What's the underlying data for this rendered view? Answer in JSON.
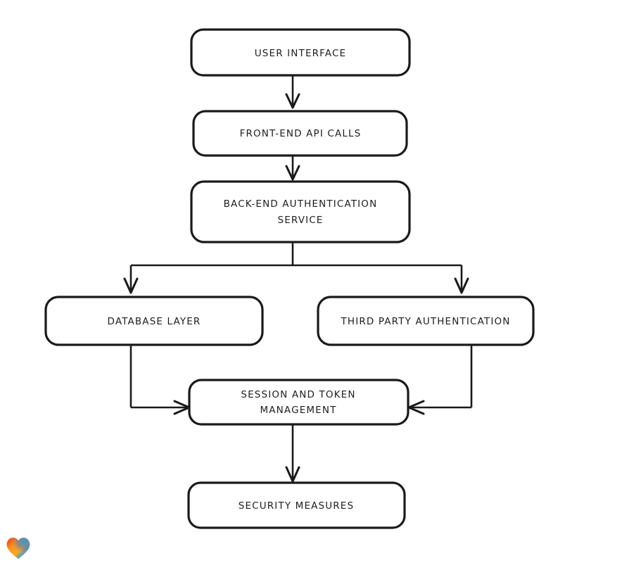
{
  "diagram": {
    "type": "flowchart",
    "orientation": "top-down",
    "background_color": "#ffffff",
    "stroke_color": "#1a1a1a",
    "text_color": "#1d1d1d",
    "style": "hand-drawn sketch",
    "nodes": [
      {
        "id": "user-interface",
        "label": "USER INTERFACE",
        "lines": [
          "USER INTERFACE"
        ]
      },
      {
        "id": "front-end-api-calls",
        "label": "FRONT-END API CALLS",
        "lines": [
          "FRONT-END API CALLS"
        ]
      },
      {
        "id": "back-end-authentication-service",
        "label": "BACK-END AUTHENTICATION SERVICE",
        "lines": [
          "BACK-END AUTHENTICATION",
          "SERVICE"
        ]
      },
      {
        "id": "database-layer",
        "label": "DATABASE LAYER",
        "lines": [
          "DATABASE LAYER"
        ]
      },
      {
        "id": "third-party-authentication",
        "label": "THIRD PARTY AUTHENTICATION",
        "lines": [
          "THIRD PARTY AUTHENTICATION"
        ]
      },
      {
        "id": "session-and-token-management",
        "label": "SESSION AND TOKEN MANAGEMENT",
        "lines": [
          "SESSION AND TOKEN",
          "MANAGEMENT"
        ]
      },
      {
        "id": "security-measures",
        "label": "SECURITY MEASURES",
        "lines": [
          "SECURITY MEASURES"
        ]
      }
    ],
    "edges": [
      {
        "from": "user-interface",
        "to": "front-end-api-calls",
        "direction": "down"
      },
      {
        "from": "front-end-api-calls",
        "to": "back-end-authentication-service",
        "direction": "down"
      },
      {
        "from": "back-end-authentication-service",
        "to": "database-layer",
        "direction": "down-split-left"
      },
      {
        "from": "back-end-authentication-service",
        "to": "third-party-authentication",
        "direction": "down-split-right"
      },
      {
        "from": "database-layer",
        "to": "session-and-token-management",
        "direction": "down-then-right"
      },
      {
        "from": "third-party-authentication",
        "to": "session-and-token-management",
        "direction": "down-then-left"
      },
      {
        "from": "session-and-token-management",
        "to": "security-measures",
        "direction": "down"
      }
    ]
  },
  "watermark": {
    "icon": "heart-icon",
    "colors": [
      "#e8342a",
      "#f7941e",
      "#f9a826",
      "#2e9fd4",
      "#3b6fd4"
    ]
  }
}
